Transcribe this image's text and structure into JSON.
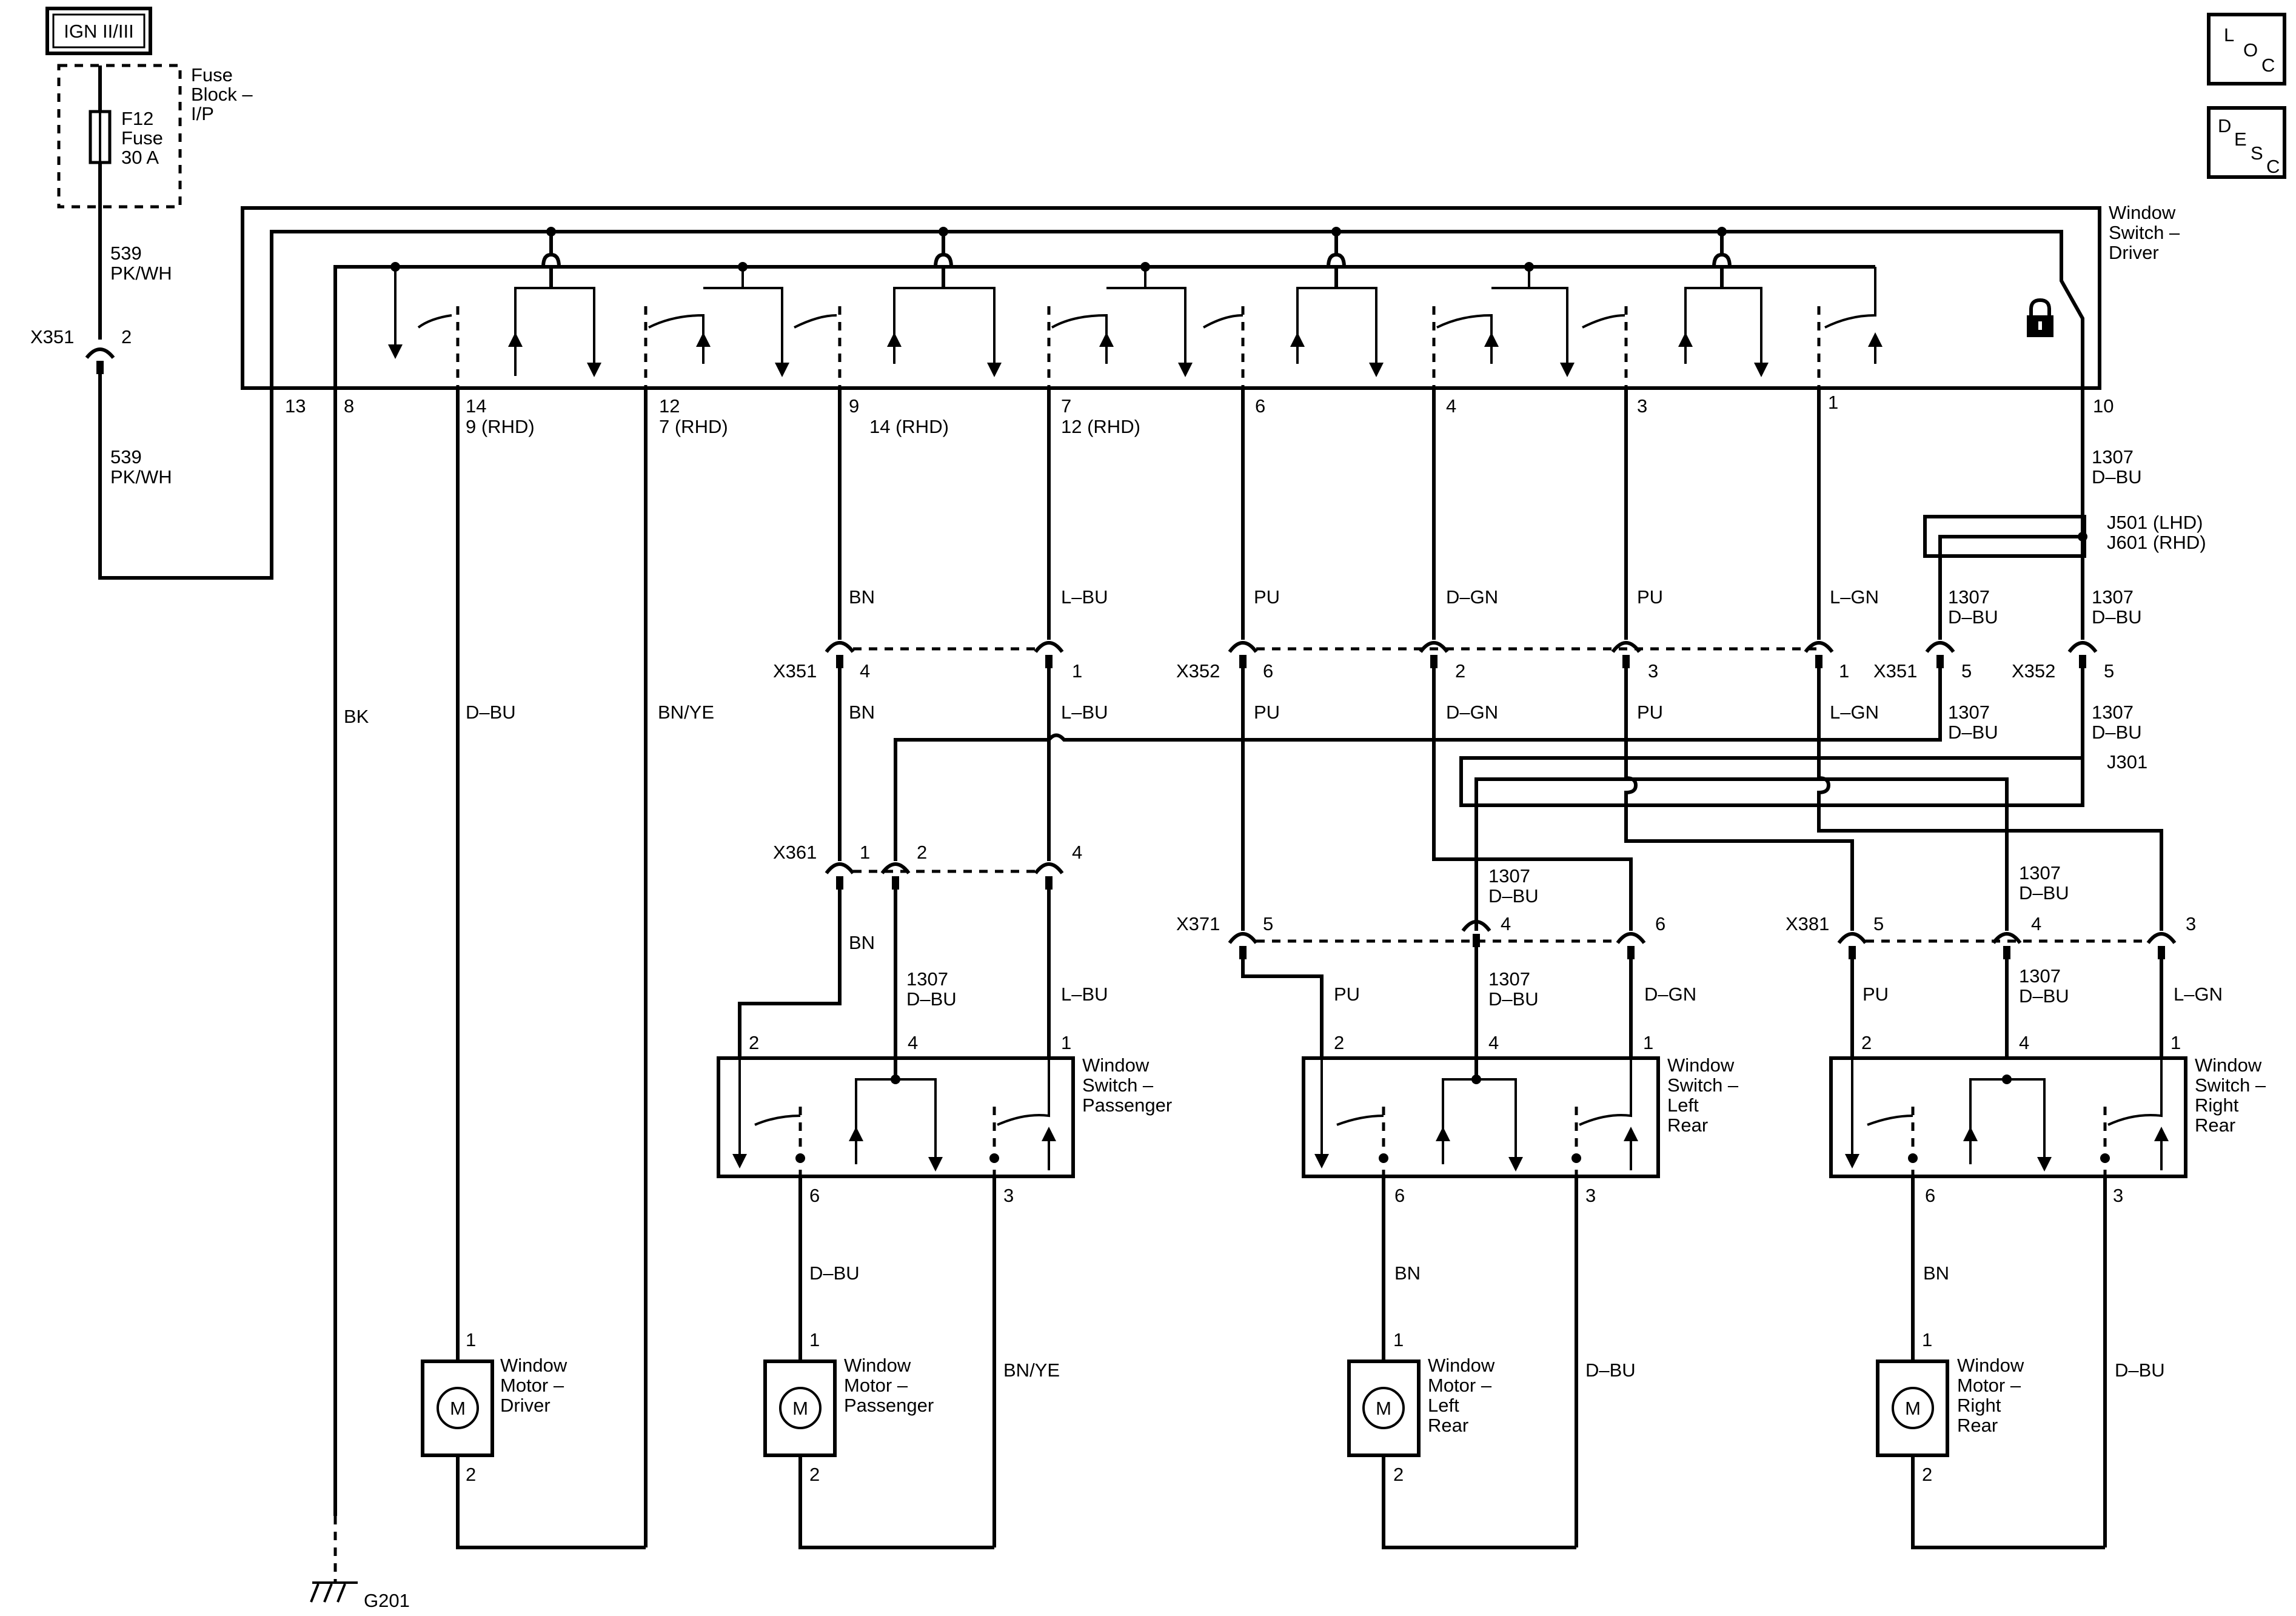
{
  "power": {
    "ign": "IGN II/III",
    "fuse_block": [
      "Fuse",
      "Block –",
      "I/P"
    ],
    "fuse": [
      "F12",
      "Fuse",
      "30 A"
    ],
    "wire_539": [
      "539",
      "PK/WH"
    ],
    "x351": "X351",
    "x351_pin": "2"
  },
  "buttons": {
    "loc": [
      "L",
      "O",
      "C"
    ],
    "desc": [
      "D",
      "E",
      "S",
      "C"
    ]
  },
  "driver_switch": {
    "title": [
      "Window",
      "Switch –",
      "Driver"
    ],
    "pins": {
      "p13": "13",
      "p8": "8",
      "p14": "14",
      "p14b": "9 (RHD)",
      "p12": "12",
      "p12b": "7 (RHD)",
      "p9": "9",
      "p9b": "14 (RHD)",
      "p7": "7",
      "p7b": "12 (RHD)",
      "p6": "6",
      "p4": "4",
      "p3": "3",
      "p1": "1",
      "p10": "10"
    }
  },
  "wires": {
    "bk": "BK",
    "dbu": "D–BU",
    "bnye": "BN/YE",
    "bn": "BN",
    "lbu": "L–BU",
    "pu": "PU",
    "dgn": "D–GN",
    "lgn": "L–GN",
    "c1307": "1307"
  },
  "connectors": {
    "j501": "J501 (LHD)",
    "j601": "J601 (RHD)",
    "j301": "J301",
    "x351": "X351",
    "x352": "X352",
    "x361": "X361",
    "x371": "X371",
    "x381": "X381",
    "n1": "1",
    "n2": "2",
    "n3": "3",
    "n4": "4",
    "n5": "5",
    "n6": "6"
  },
  "passenger_switch": {
    "title": [
      "Window",
      "Switch –",
      "Passenger"
    ]
  },
  "lr_switch": {
    "title": [
      "Window",
      "Switch –",
      "Left",
      "Rear"
    ]
  },
  "rr_switch": {
    "title": [
      "Window",
      "Switch –",
      "Right",
      "Rear"
    ]
  },
  "motors": {
    "symbol": "M",
    "driver": [
      "Window",
      "Motor –",
      "Driver"
    ],
    "passenger": [
      "Window",
      "Motor –",
      "Passenger"
    ],
    "left_rear": [
      "Window",
      "Motor –",
      "Left",
      "Rear"
    ],
    "right_rear": [
      "Window",
      "Motor –",
      "Right",
      "Rear"
    ]
  },
  "ground": "G201"
}
